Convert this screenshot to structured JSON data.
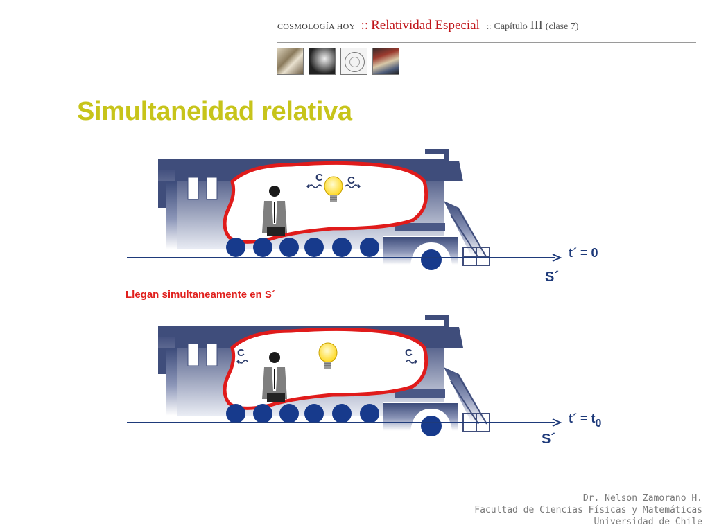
{
  "header": {
    "brand": "COSMOLOGÍA HOY",
    "sep1": "::",
    "course": "Relatividad Especial",
    "sep2": "::",
    "chapter": "Capítulo",
    "chapter_num": "III",
    "clase": "(clase 7)"
  },
  "thumbnails": [
    "engraving-thumbnail",
    "galaxy-thumbnail",
    "orbit-diagram-thumbnail",
    "painting-thumbnail"
  ],
  "slide": {
    "title": "Simultaneidad relativa"
  },
  "diagram": {
    "top": {
      "time_label": "t´ = 0",
      "frame_label": "S´",
      "light_left": "C",
      "light_right": "C"
    },
    "caption": "Llegan simultaneamente en S´",
    "bottom": {
      "time_label_main": "t´ = t",
      "time_label_sub": "0",
      "frame_label": "S´",
      "light_left": "C",
      "light_right": "C"
    },
    "colors": {
      "train": "#3f4e7c",
      "wheel": "#173a8c",
      "cabin_outline": "#e01b1b",
      "bulb": "#ffe24a",
      "caption": "#e0201d"
    }
  },
  "footer": {
    "line1": "Dr. Nelson Zamorano H.",
    "line2": "Facultad de Ciencias Físicas y Matemáticas",
    "line3": "Universidad de Chile"
  }
}
